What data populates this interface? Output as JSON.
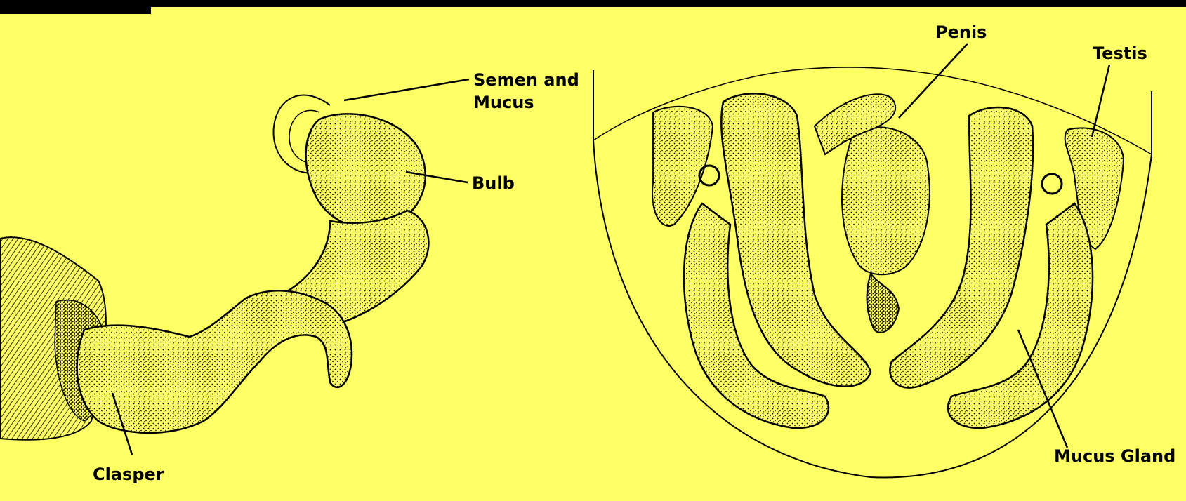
{
  "colors": {
    "background": "#ffff66",
    "outline": "#000000",
    "top_bar": "#000000"
  },
  "labels": {
    "semen_and_mucus_line1": "Semen and",
    "semen_and_mucus_line2": "Mucus",
    "bulb": "Bulb",
    "clasper": "Clasper",
    "penis": "Penis",
    "testis": "Testis",
    "mucus_gland": "Mucus Gland"
  }
}
